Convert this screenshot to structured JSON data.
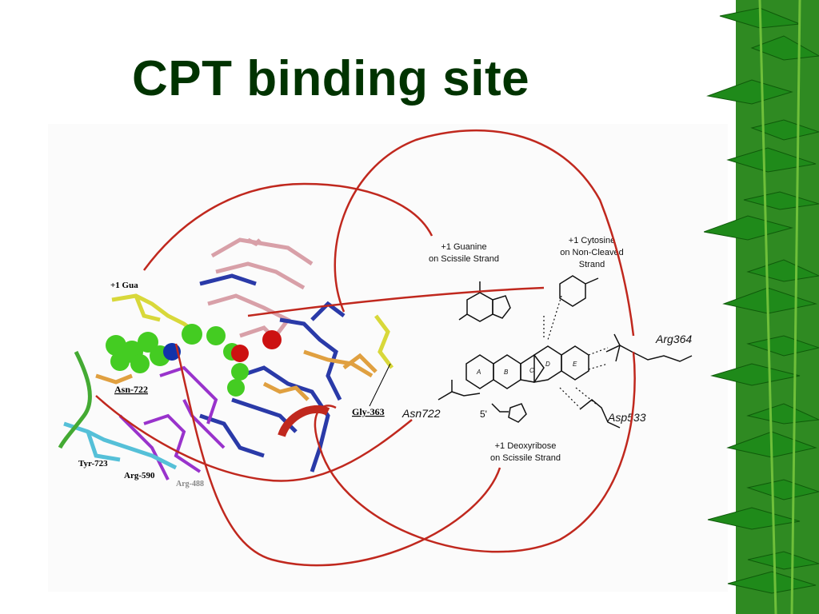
{
  "slide": {
    "title": "CPT binding site"
  },
  "figure": {
    "structure_labels": {
      "gua": "+1 Gua",
      "asn722": "Asn-722",
      "gly363": "Gly-363",
      "tyr723": "Tyr-723",
      "arg590": "Arg-590",
      "arg488": "Arg-488"
    },
    "schematic_labels": {
      "guanine_line1": "+1 Guanine",
      "guanine_line2": "on Scissile Strand",
      "cytosine_line1": "+1 Cytosine",
      "cytosine_line2": "on Non-Cleaved",
      "cytosine_line3": "Strand",
      "arg364": "Arg364",
      "asn722": "Asn722",
      "asp533": "Asp533",
      "deoxy_line1": "+1 Deoxyribose",
      "deoxy_line2": "on Scissile Strand",
      "five_prime": "5'",
      "ring_a": "A",
      "ring_b": "B",
      "ring_c": "C",
      "ring_d": "D",
      "ring_e": "E"
    },
    "colors": {
      "title": "#003300",
      "connector": "#c0281e",
      "dna": "#2a3aa8",
      "dna_pink": "#d8a0a8",
      "camptothecin": "#44cc22",
      "oxygen": "#cc1111",
      "nitrogen": "#1133aa",
      "gua": "#d8d83a",
      "residue_orange": "#e0a040",
      "purple": "#9933cc",
      "cyan": "#55c0d8",
      "bamboo": "#1f8a1a"
    }
  }
}
